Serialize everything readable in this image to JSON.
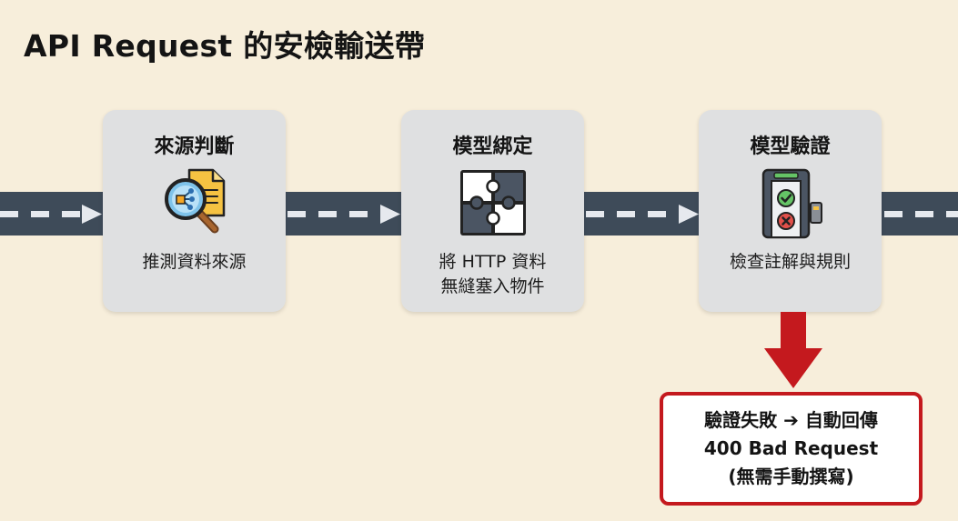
{
  "title": "API Request 的安檢輸送帶",
  "stages": [
    {
      "title": "來源判斷",
      "desc_lines": [
        "推測資料來源"
      ],
      "icon": "magnifier-document-icon"
    },
    {
      "title": "模型綁定",
      "desc_lines": [
        "將 HTTP 資料",
        "無縫塞入物件"
      ],
      "icon": "puzzle-icon"
    },
    {
      "title": "模型驗證",
      "desc_lines": [
        "檢查註解與規則"
      ],
      "icon": "security-gate-icon"
    }
  ],
  "result": {
    "lines": [
      "驗證失敗 ➔ 自動回傳",
      "400 Bad Request",
      "(無需手動撰寫)"
    ]
  },
  "colors": {
    "background": "#f7eedb",
    "road": "#3e4b59",
    "road_marking": "#e6e9ee",
    "stage_box": "#dfe0e1",
    "alert": "#c4191e"
  }
}
